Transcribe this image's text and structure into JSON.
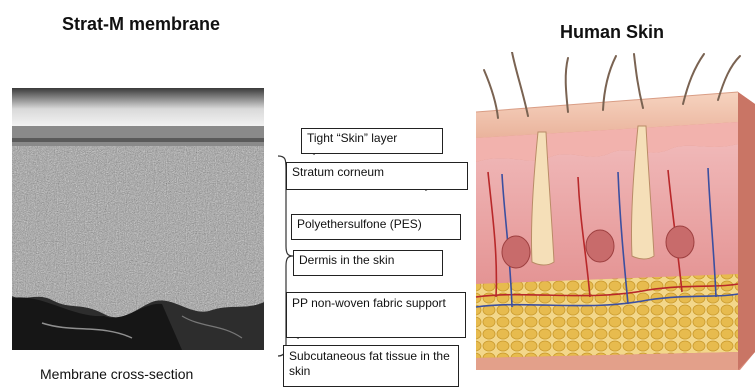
{
  "left_title": "Strat-M membrane",
  "right_title": "Human Skin",
  "caption": "Membrane cross-section",
  "membrane_layers": [
    {
      "label": "Tight “Skin” layer",
      "arrow": "left"
    },
    {
      "label": "Polyethersulfone (PES)",
      "arrow": "left"
    },
    {
      "label": "PP non-woven fabric support",
      "arrow": "left"
    }
  ],
  "skin_layers": [
    {
      "label": "Stratum corneum",
      "arrow": "right"
    },
    {
      "label": "Dermis in the skin",
      "arrow": "right"
    },
    {
      "label": "Subcutaneous fat tissue in the skin",
      "arrow": "right"
    }
  ],
  "colors": {
    "sem_dark": "#2a2a2a",
    "sem_light": "#a8a8a8",
    "skin_epidermis": "#f0c4a8",
    "skin_dermis": "#e7a3a3",
    "fat": "#e9c25b",
    "vessel_red": "#b8282a",
    "vessel_blue": "#3b4fa0",
    "hair": "#7a6352"
  },
  "icons": [
    "sem-micrograph",
    "skin-cross-section-illustration",
    "bracket",
    "arrow"
  ]
}
